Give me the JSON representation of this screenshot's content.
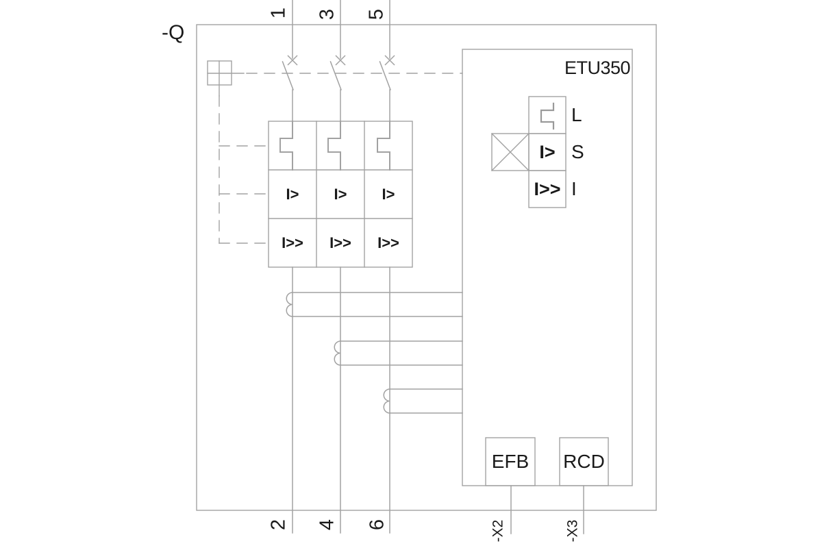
{
  "schematic": {
    "device_tag": "-Q"
  },
  "terminals": {
    "top": [
      "1",
      "3",
      "5"
    ],
    "bottom": [
      "2",
      "4",
      "6"
    ],
    "aux": [
      "-X2",
      "-X3"
    ]
  },
  "trip_grid": {
    "overload_label": "I>",
    "short_circuit_label": "I>>"
  },
  "etu": {
    "title": "ETU350",
    "functions": [
      {
        "symbol": "",
        "label": "L"
      },
      {
        "symbol": "I>",
        "label": "S"
      },
      {
        "symbol": "I>>",
        "label": "I"
      }
    ],
    "modules": [
      "EFB",
      "RCD"
    ]
  },
  "colors": {
    "line": "#a2a2a2",
    "symbol": "#9a9a9a",
    "text": "#1a1a1a",
    "background": "#ffffff"
  }
}
